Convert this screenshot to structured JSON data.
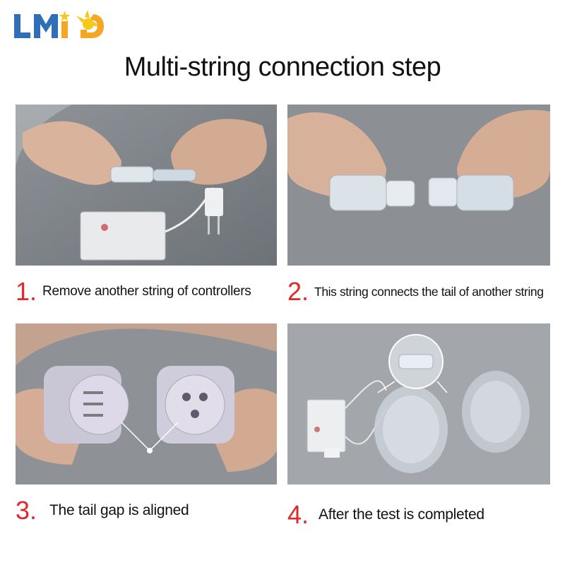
{
  "brand": {
    "logo_text": "LMiD",
    "colors": {
      "blue": "#2e6fb7",
      "orange": "#f5a623",
      "star": "#f7c71a"
    }
  },
  "page": {
    "title": "Multi-string connection step"
  },
  "steps": [
    {
      "number": "1.",
      "text": "Remove another string of controllers",
      "photo_icon": "controller-photo"
    },
    {
      "number": "2.",
      "text": "This string connects the tail of another string",
      "photo_icon": "connector-join-photo"
    },
    {
      "number": "3.",
      "text": "The tail gap is aligned",
      "photo_icon": "plug-pins-photo"
    },
    {
      "number": "4.",
      "text": "After the test is completed",
      "photo_icon": "completed-strings-photo"
    }
  ],
  "accent_color": "#e3262a"
}
